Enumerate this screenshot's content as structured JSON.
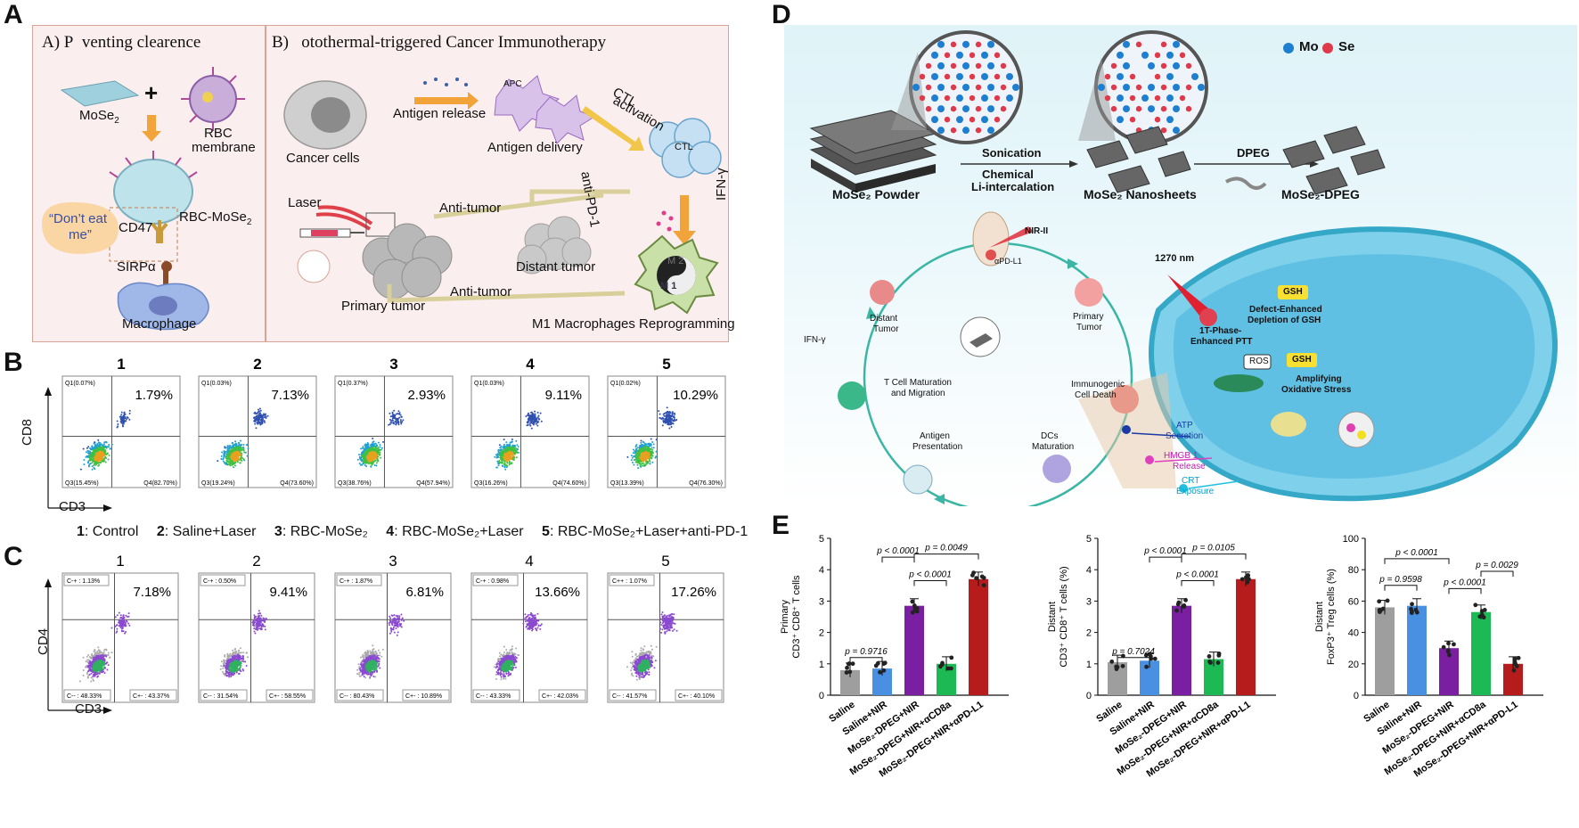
{
  "letters": {
    "a": "A",
    "b": "B",
    "c": "C",
    "d": "D",
    "e": "E"
  },
  "panel_a": {
    "left_title": "A) P  venting clearence",
    "right_title": "B)   otothermal-triggered Cancer Immunotherapy",
    "mose2": "MoSe",
    "plus": "+",
    "rbc": "RBC",
    "membrane": "membrane",
    "rbc_mose2": "RBC-MoSe",
    "cd47": "CD47",
    "dont_eat": "“Don’t eat",
    "me": "me”",
    "sirpa": "SIRPα",
    "macrophage": "Macrophage",
    "cancer_cells": "Cancer cells",
    "antigen_release": "Antigen release",
    "apc": "APC",
    "antigen_delivery": "Antigen delivery",
    "ctl_activation_1": "CTL",
    "ctl_activation_2": "activation",
    "ctl": "CTL",
    "anti_pd1": "anti-PD-1",
    "ifn": "IFN-γ",
    "laser": "Laser",
    "anti_tumor_1": "Anti-tumor",
    "anti_tumor_2": "Anti-tumor",
    "primary_tumor": "Primary tumor",
    "distant_tumor": "Distant tumor",
    "m1": "M 1",
    "m2": "M 2",
    "m1_reprog": "M1 Macrophages Reprogramming"
  },
  "panel_b": {
    "plots": [
      {
        "num": "1",
        "pct": "1.79%",
        "q1": "Q1(0.07%)",
        "q3": "Q3(15.45%)",
        "q4": "Q4(82.70%)"
      },
      {
        "num": "2",
        "pct": "7.13%",
        "q1": "Q1(0.03%)",
        "q3": "Q3(19.24%)",
        "q4": "Q4(73.60%)"
      },
      {
        "num": "3",
        "pct": "2.93%",
        "q1": "Q1(0.37%)",
        "q3": "Q3(38.76%)",
        "q4": "Q4(57.94%)"
      },
      {
        "num": "4",
        "pct": "9.11%",
        "q1": "Q1(0.03%)",
        "q3": "Q3(16.26%)",
        "q4": "Q4(74.60%)"
      },
      {
        "num": "5",
        "pct": "10.29%",
        "q1": "Q1(0.02%)",
        "q3": "Q3(13.39%)",
        "q4": "Q4(76.30%)"
      }
    ],
    "ylabel": "CD8",
    "xlabel": "CD3",
    "legend": [
      {
        "n": "1",
        "t": ": Control"
      },
      {
        "n": "2",
        "t": ": Saline+Laser"
      },
      {
        "n": "3",
        "t": ": RBC-MoSe₂"
      },
      {
        "n": "4",
        "t": ": RBC-MoSe₂+Laser"
      },
      {
        "n": "5",
        "t": ": RBC-MoSe₂+Laser+anti-PD-1"
      }
    ]
  },
  "panel_c": {
    "plots": [
      {
        "num": "1",
        "pct": "7.18%",
        "ul": "C-+ : 1.13%",
        "ll": "C-- : 48.33%",
        "lr": "C+- : 43.37%"
      },
      {
        "num": "2",
        "pct": "9.41%",
        "ul": "C-+ : 0.50%",
        "ll": "C-- : 31.54%",
        "lr": "C+- : 58.55%"
      },
      {
        "num": "3",
        "pct": "6.81%",
        "ul": "C-+ : 1.87%",
        "ll": "C-- : 80.43%",
        "lr": "C+- : 10.89%"
      },
      {
        "num": "4",
        "pct": "13.66%",
        "ul": "C-+ : 0.98%",
        "ll": "C-- : 43.33%",
        "lr": "C+- : 42.03%"
      },
      {
        "num": "5",
        "pct": "17.26%",
        "ul": "C++ : 1.07%",
        "ll": "C-- : 41.57%",
        "lr": "C+- : 40.10%"
      }
    ],
    "ylabel": "CD4",
    "xlabel": "CD3"
  },
  "panel_d": {
    "mo": "Mo",
    "se": "Se",
    "mose2_powder": "MoSe₂ Powder",
    "sonication": "Sonication",
    "chemical": "Chemical",
    "li_intercalation": "Li-intercalation",
    "nanosheets": "MoSe₂ Nanosheets",
    "dpeg": "DPEG",
    "mose2_dpeg": "MoSe₂-DPEG",
    "nir2": "NIR-II",
    "apdl1": "αPD-L1",
    "distant_tumor": "Distant",
    "distant_tumor2": "Tumor",
    "primary_tumor": "Primary",
    "primary_tumor2": "Tumor",
    "ifn": "IFN-γ",
    "tcell1": "T Cell Maturation",
    "tcell2": "and Migration",
    "icd1": "Immunogenic",
    "icd2": "Cell Death",
    "antigen1": "Antigen",
    "antigen2": "Presentation",
    "dcs1": "DCs",
    "dcs2": "Maturation",
    "nm1270": "1270 nm",
    "gsh1": "GSH",
    "gsh2": "GSH",
    "defect1": "Defect-Enhanced",
    "defect2": "Depletion of GSH",
    "ros": "ROS",
    "ptt1": "1T-Phase-",
    "ptt2": "Enhanced PTT",
    "amp1": "Amplifying",
    "amp2": "Oxidative Stress",
    "atp1": "ATP",
    "atp2": "Secretion",
    "hmgb1": "HMGB 1",
    "hmgb2": "Release",
    "crt1": "CRT",
    "crt2": "Exposure"
  },
  "panel_e": {
    "charts": [
      {
        "ylabel1": "Primary",
        "ylabel2": "CD3⁺ CD8⁺ T cells",
        "yticks": [
          "0",
          "1",
          "2",
          "3",
          "4",
          "5"
        ],
        "ymax": 5,
        "p_values": [
          "p = 0.9716",
          "p < 0.0001",
          "p < 0.0001",
          "p = 0.0049"
        ]
      },
      {
        "ylabel1": "Distant",
        "ylabel2": "CD3⁺ CD8⁺ T cells (%)",
        "yticks": [
          "0",
          "1",
          "2",
          "3",
          "4",
          "5"
        ],
        "ymax": 5,
        "p_values": [
          "p = 0.7024",
          "p < 0.0001",
          "p < 0.0001",
          "p = 0.0105"
        ]
      },
      {
        "ylabel1": "Distant",
        "ylabel2": "FoxP3⁺ Treg cells (%)",
        "yticks": [
          "0",
          "20",
          "40",
          "60",
          "80",
          "100"
        ],
        "ymax": 100,
        "p_values": [
          "p = 0.9598",
          "p < 0.0001",
          "p < 0.0001",
          "p = 0.0029"
        ]
      }
    ],
    "categories": [
      "Saline",
      "Saline+NIR",
      "MoSe₂-DPEG+NIR",
      "MoSe₂-DPEG+NIR+αCD8a",
      "MoSe₂-DPEG+NIR+αPD-L1"
    ],
    "colors": [
      "#9e9e9e",
      "#4a90e2",
      "#7b1fa2",
      "#1db954",
      "#b71c1c"
    ]
  },
  "chart_data": [
    {
      "type": "bar",
      "title": "",
      "ylabel": "Primary CD3⁺ CD8⁺ T cells",
      "categories": [
        "Saline",
        "Saline+NIR",
        "MoSe₂-DPEG+NIR",
        "MoSe₂-DPEG+NIR+αCD8a",
        "MoSe₂-DPEG+NIR+αPD-L1"
      ],
      "values": [
        0.8,
        0.85,
        2.85,
        1.0,
        3.7
      ],
      "ylim": [
        0,
        5
      ]
    },
    {
      "type": "bar",
      "title": "",
      "ylabel": "Distant CD3⁺ CD8⁺ T cells (%)",
      "categories": [
        "Saline",
        "Saline+NIR",
        "MoSe₂-DPEG+NIR",
        "MoSe₂-DPEG+NIR+αCD8a",
        "MoSe₂-DPEG+NIR+αPD-L1"
      ],
      "values": [
        1.05,
        1.1,
        2.85,
        1.15,
        3.7
      ],
      "ylim": [
        0,
        5
      ]
    },
    {
      "type": "bar",
      "title": "",
      "ylabel": "Distant FoxP3⁺ Treg cells (%)",
      "categories": [
        "Saline",
        "Saline+NIR",
        "MoSe₂-DPEG+NIR",
        "MoSe₂-DPEG+NIR+αCD8a",
        "MoSe₂-DPEG+NIR+αPD-L1"
      ],
      "values": [
        56,
        57,
        30,
        53,
        20
      ],
      "ylim": [
        0,
        100
      ]
    }
  ]
}
